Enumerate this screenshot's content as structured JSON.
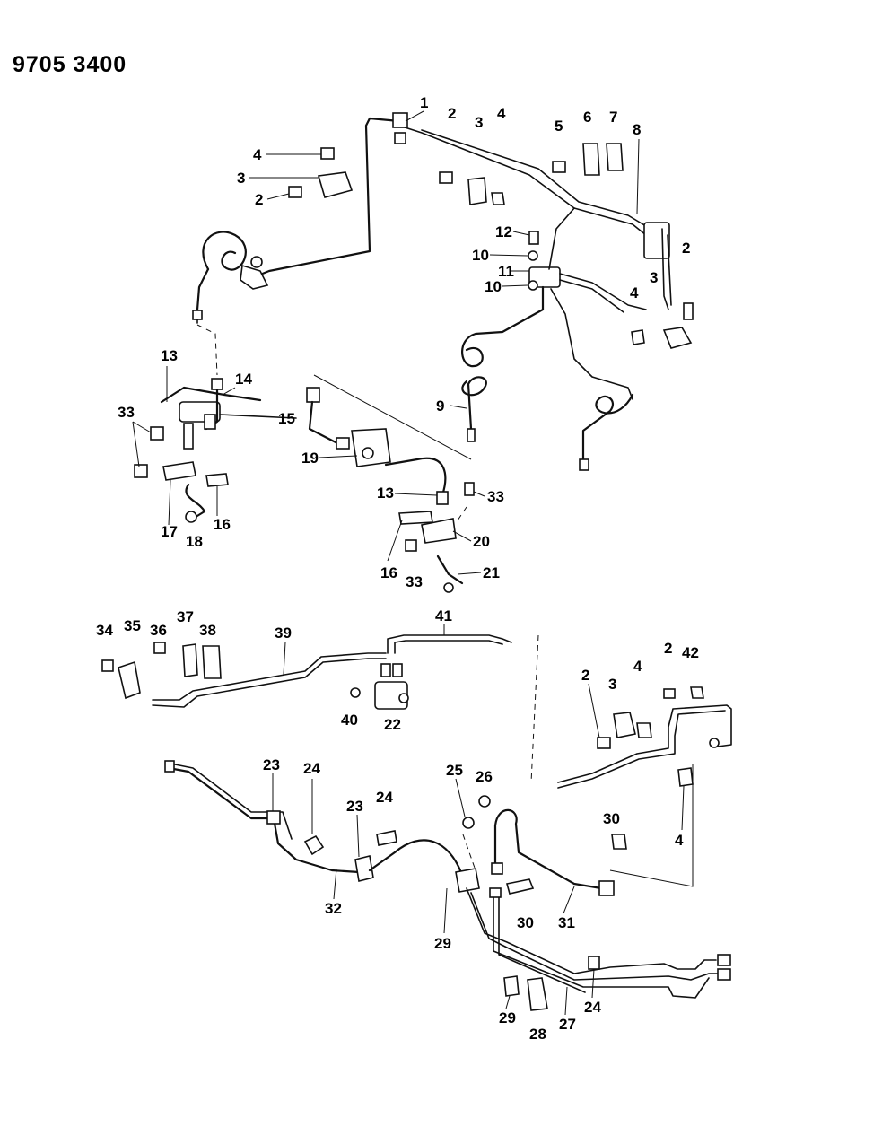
{
  "header": {
    "doc_code": "9705 3400"
  },
  "diagram": {
    "callouts": [
      "1",
      "2",
      "3",
      "4",
      "4",
      "3",
      "2",
      "5",
      "6",
      "7",
      "8",
      "12",
      "10",
      "11",
      "10",
      "2",
      "3",
      "4",
      "9",
      "13",
      "14",
      "15",
      "33",
      "19",
      "13",
      "33",
      "17",
      "18",
      "16",
      "16",
      "33",
      "20",
      "21",
      "34",
      "35",
      "36",
      "37",
      "38",
      "39",
      "41",
      "40",
      "22",
      "2",
      "42",
      "2",
      "3",
      "4",
      "23",
      "24",
      "23",
      "24",
      "25",
      "26",
      "30",
      "4",
      "32",
      "29",
      "30",
      "31",
      "24",
      "29",
      "28",
      "27"
    ]
  }
}
